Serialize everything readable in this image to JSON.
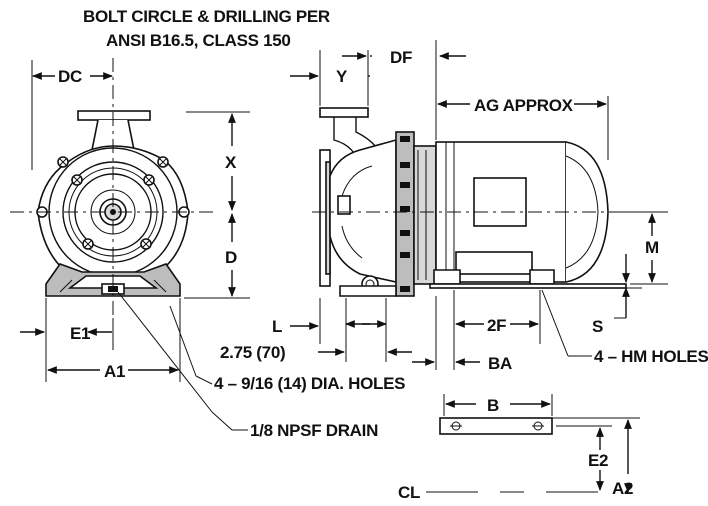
{
  "header": {
    "line1": "BOLT CIRCLE & DRILLING PER",
    "line2": "ANSI B16.5, CLASS 150"
  },
  "dims": {
    "dc": "DC",
    "y": "Y",
    "df": "DF",
    "ag": "AG APPROX",
    "x": "X",
    "d": "D",
    "m": "M",
    "s": "S",
    "l": "L",
    "e1": "E1",
    "a1": "A1",
    "two_f": "2F",
    "ba": "BA",
    "b": "B",
    "e2": "E2",
    "a2": "A2",
    "cl": "CL"
  },
  "notes": {
    "suction": "2.75 (70)",
    "holes": "4 – 9/16 (14)  DIA. HOLES",
    "hm_holes": "4 – HM HOLES",
    "drain": "1/8 NPSF DRAIN"
  }
}
